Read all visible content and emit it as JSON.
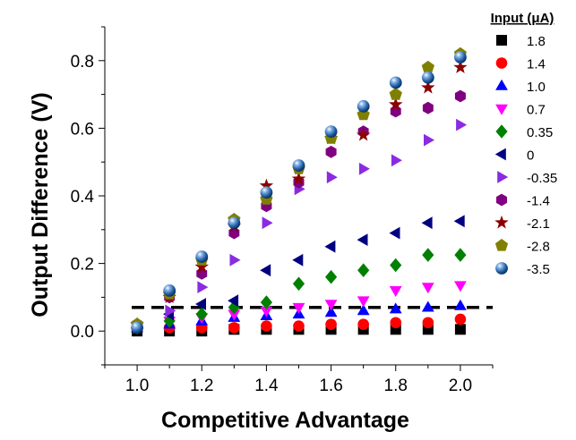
{
  "chart_data": {
    "type": "scatter",
    "xlabel": "Competitive Advantage",
    "ylabel": "Output Difference (V)",
    "xlim": [
      0.9,
      2.1
    ],
    "ylim": [
      -0.1,
      0.9
    ],
    "xticks": [
      "1.0",
      "1.2",
      "1.4",
      "1.6",
      "1.8",
      "2.0"
    ],
    "yticks": [
      "0.0",
      "0.2",
      "0.4",
      "0.6",
      "0.8"
    ],
    "grid": false,
    "legend_position": "right",
    "legend_title": "Input (μA)",
    "threshold_line": {
      "y": 0.07,
      "style": "dashed"
    },
    "x": [
      1.0,
      1.1,
      1.2,
      1.3,
      1.4,
      1.5,
      1.6,
      1.7,
      1.8,
      1.9,
      2.0
    ],
    "series": [
      {
        "name": "1.8",
        "marker": "square",
        "color": "#000000",
        "values": [
          0.0,
          0.0,
          0.0,
          0.005,
          0.005,
          0.005,
          0.005,
          0.005,
          0.005,
          0.005,
          0.005
        ]
      },
      {
        "name": "1.4",
        "marker": "circle",
        "color": "#ff0000",
        "values": [
          0.01,
          0.01,
          0.01,
          0.01,
          0.015,
          0.015,
          0.02,
          0.02,
          0.025,
          0.025,
          0.035
        ]
      },
      {
        "name": "1.0",
        "marker": "triangle-up",
        "color": "#0000ff",
        "values": [
          0.01,
          0.02,
          0.03,
          0.04,
          0.045,
          0.05,
          0.055,
          0.06,
          0.065,
          0.07,
          0.075
        ]
      },
      {
        "name": "0.7",
        "marker": "triangle-down",
        "color": "#ff00ff",
        "values": [
          0.01,
          0.03,
          0.04,
          0.05,
          0.06,
          0.07,
          0.08,
          0.09,
          0.12,
          0.13,
          0.135
        ]
      },
      {
        "name": "0.35",
        "marker": "diamond",
        "color": "#008000",
        "values": [
          0.01,
          0.03,
          0.05,
          0.07,
          0.085,
          0.14,
          0.16,
          0.18,
          0.195,
          0.225,
          0.225
        ]
      },
      {
        "name": "0",
        "marker": "triangle-left",
        "color": "#000080",
        "values": [
          0.01,
          0.05,
          0.08,
          0.09,
          0.18,
          0.21,
          0.25,
          0.27,
          0.29,
          0.32,
          0.325
        ]
      },
      {
        "name": "-0.35",
        "marker": "triangle-right",
        "color": "#8a2be2",
        "values": [
          0.01,
          0.06,
          0.13,
          0.21,
          0.32,
          0.42,
          0.455,
          0.48,
          0.505,
          0.565,
          0.61
        ]
      },
      {
        "name": "-1.4",
        "marker": "hexagon",
        "color": "#800080",
        "values": [
          0.02,
          0.1,
          0.17,
          0.29,
          0.37,
          0.44,
          0.53,
          0.59,
          0.65,
          0.66,
          0.695
        ]
      },
      {
        "name": "-2.1",
        "marker": "star",
        "color": "#8b0000",
        "values": [
          0.02,
          0.1,
          0.19,
          0.31,
          0.43,
          0.45,
          0.57,
          0.58,
          0.67,
          0.72,
          0.78
        ]
      },
      {
        "name": "-2.8",
        "marker": "pentagon",
        "color": "#808000",
        "values": [
          0.02,
          0.11,
          0.21,
          0.33,
          0.39,
          0.48,
          0.57,
          0.64,
          0.7,
          0.78,
          0.82
        ]
      },
      {
        "name": "-3.5",
        "marker": "sphere",
        "color": "#1f5fa8",
        "values": [
          0.01,
          0.12,
          0.22,
          0.32,
          0.41,
          0.49,
          0.59,
          0.665,
          0.735,
          0.75,
          0.81
        ]
      }
    ]
  }
}
